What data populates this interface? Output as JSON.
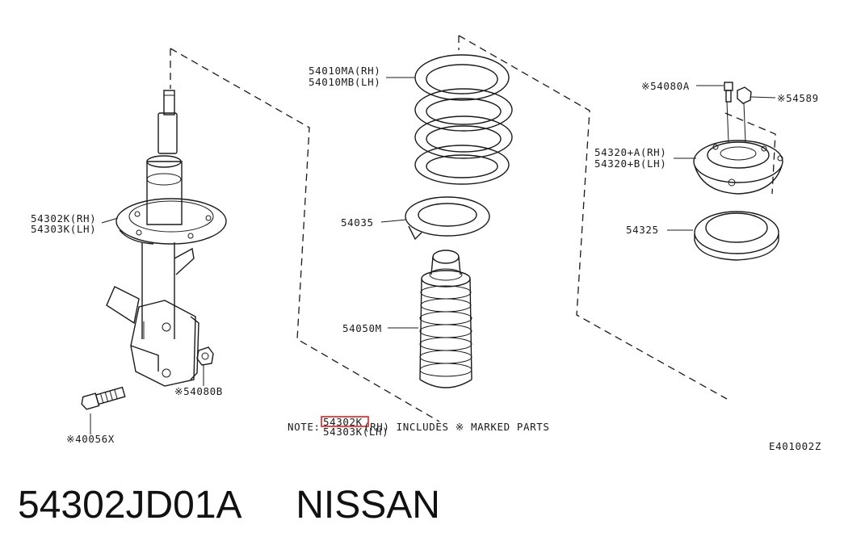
{
  "labels": {
    "spring_rh": "54010MA(RH)",
    "spring_lh": "54010MB(LH)",
    "strut_rh": "54302K(RH)",
    "strut_lh": "54303K(LH)",
    "seat": "54035",
    "bumper": "54050M",
    "bolt_top": "※54080A",
    "nut_top": "※54589",
    "mount_rh": "54320+A(RH)",
    "mount_lh": "54320+B(LH)",
    "bearing": "54325",
    "nut_bracket": "※54080B",
    "bolt_bracket": "※40056X",
    "ref_code": "E401002Z"
  },
  "note": {
    "prefix": "NOTE:",
    "part_rh": "54302K",
    "suffix_rh": "(RH) INCLUDES ※ MARKED PARTS",
    "line2": "54303K(LH)"
  },
  "caption": {
    "part_number": "54302JD01A",
    "brand": "NISSAN"
  },
  "colors": {
    "highlight": "#e02020",
    "ink": "#1a1a1a"
  }
}
